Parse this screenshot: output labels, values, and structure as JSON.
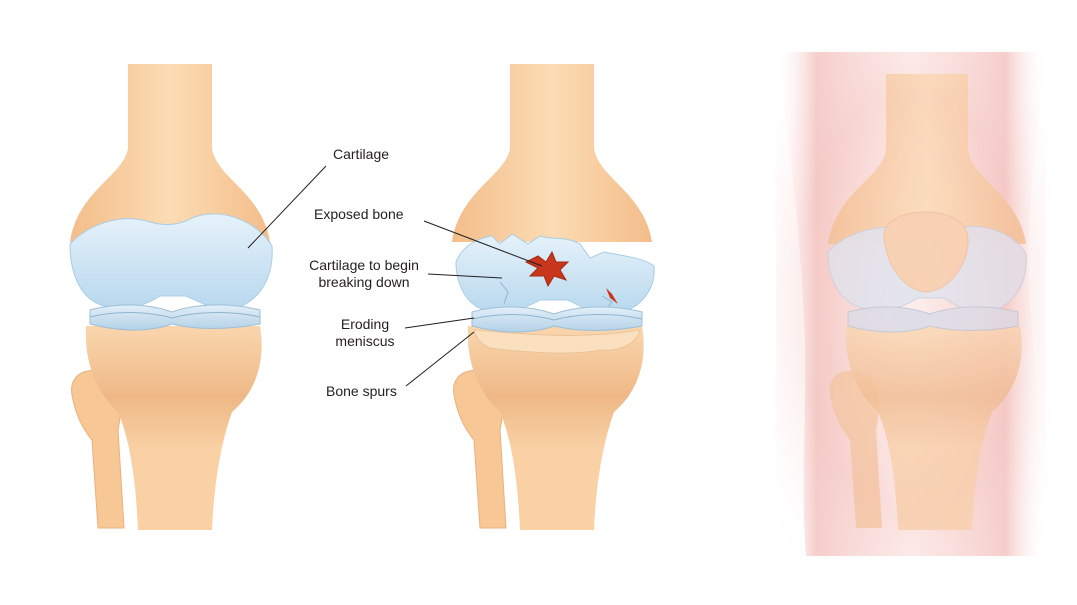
{
  "labels": {
    "cartilage": "Cartilage",
    "exposed_bone": "Exposed bone",
    "cartilage_break_line1": "Cartilage to begin",
    "cartilage_break_line2": "breaking down",
    "eroding_meniscus_line1": "Eroding",
    "eroding_meniscus_line2": "meniscus",
    "bone_spurs": "Bone spurs"
  },
  "colors": {
    "bone": "#f9cf9f",
    "bone_shadow": "#f0b985",
    "cartilage": "#d3e7f4",
    "cartilage_edge": "#a9cde6",
    "meniscus": "#c9dfee",
    "lesion": "#c9361c",
    "skin": "#f6c9c6",
    "leader": "#231f20"
  }
}
